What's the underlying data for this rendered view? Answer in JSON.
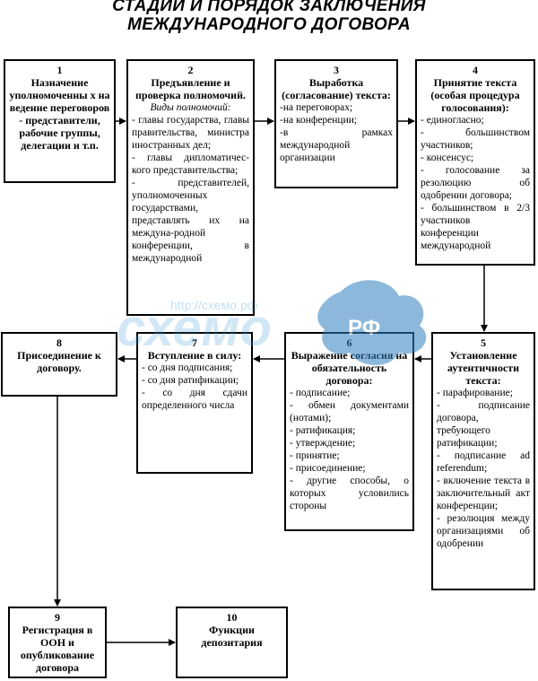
{
  "title": {
    "line1": "СТАДИИ И ПОРЯДОК ЗАКЛЮЧЕНИЯ",
    "line2": "МЕЖДУНАРОДНОГО ДОГОВОРА"
  },
  "boxes": [
    {
      "num": "1",
      "head": "Назначение уполномоченны х на ведение переговоров - представители, рабочие группы, делегации и т.п.",
      "sub": "",
      "items": []
    },
    {
      "num": "2",
      "head": "Предъявление и проверка полномочий.",
      "sub": "Виды полномочий:",
      "items": [
        "- главы государства, главы правительства, министра иностранных дел;",
        "- главы дипломатичес-кого представительства;",
        "- представителей, уполномоченных государствами, представлять их на междуна-родной конференции, в международной"
      ]
    },
    {
      "num": "3",
      "head": "Выработка (согласование) текста:",
      "sub": "",
      "items": [
        "-на переговорах;",
        "-на конференции;",
        "-в рамках международной организации"
      ]
    },
    {
      "num": "4",
      "head": "Принятие текста (особая процедура голосования):",
      "sub": "",
      "items": [
        "- единогласно;",
        "- большинством участников;",
        "- консенсус;",
        "- голосование за резолюцию об одобрении договора;",
        "- большинством в 2/3 участников конференции международной"
      ]
    },
    {
      "num": "5",
      "head": "Установление аутентичности текста:",
      "sub": "",
      "items": [
        "- парафирование;",
        "- подписание договора, требующего ратификации;",
        "- подписание ad referendum;",
        "- включение текста в заключительный акт конференции;",
        "- резолюция между организациями об одобрении"
      ]
    },
    {
      "num": "6",
      "head": "Выражение согласия на обязательность договора:",
      "sub": "",
      "items": [
        "- подписание;",
        "- обмен документами (нотами);",
        "- ратификация;",
        "- утверждение;",
        "- принятие;",
        "- присоединение;",
        "- другие способы, о которых условились стороны"
      ]
    },
    {
      "num": "7",
      "head": "Вступление в силу:",
      "sub": "",
      "items": [
        "- со дня подписания;",
        "- со дня ратификации;",
        "- со дня сдачи определенного числа"
      ]
    },
    {
      "num": "8",
      "head": "Присоединение к договору.",
      "sub": "",
      "items": []
    },
    {
      "num": "9",
      "head": "Регистрация в ООН и опубликование договора",
      "sub": "",
      "items": []
    },
    {
      "num": "10",
      "head": "Функции депозитария",
      "sub": "",
      "items": []
    }
  ],
  "watermark": {
    "brand": "схемо",
    "badge": "РФ",
    "url": "http://схемо.рф",
    "colors": {
      "brand": "#4aa0d8",
      "badge_bg": "#2f7fc0"
    }
  }
}
